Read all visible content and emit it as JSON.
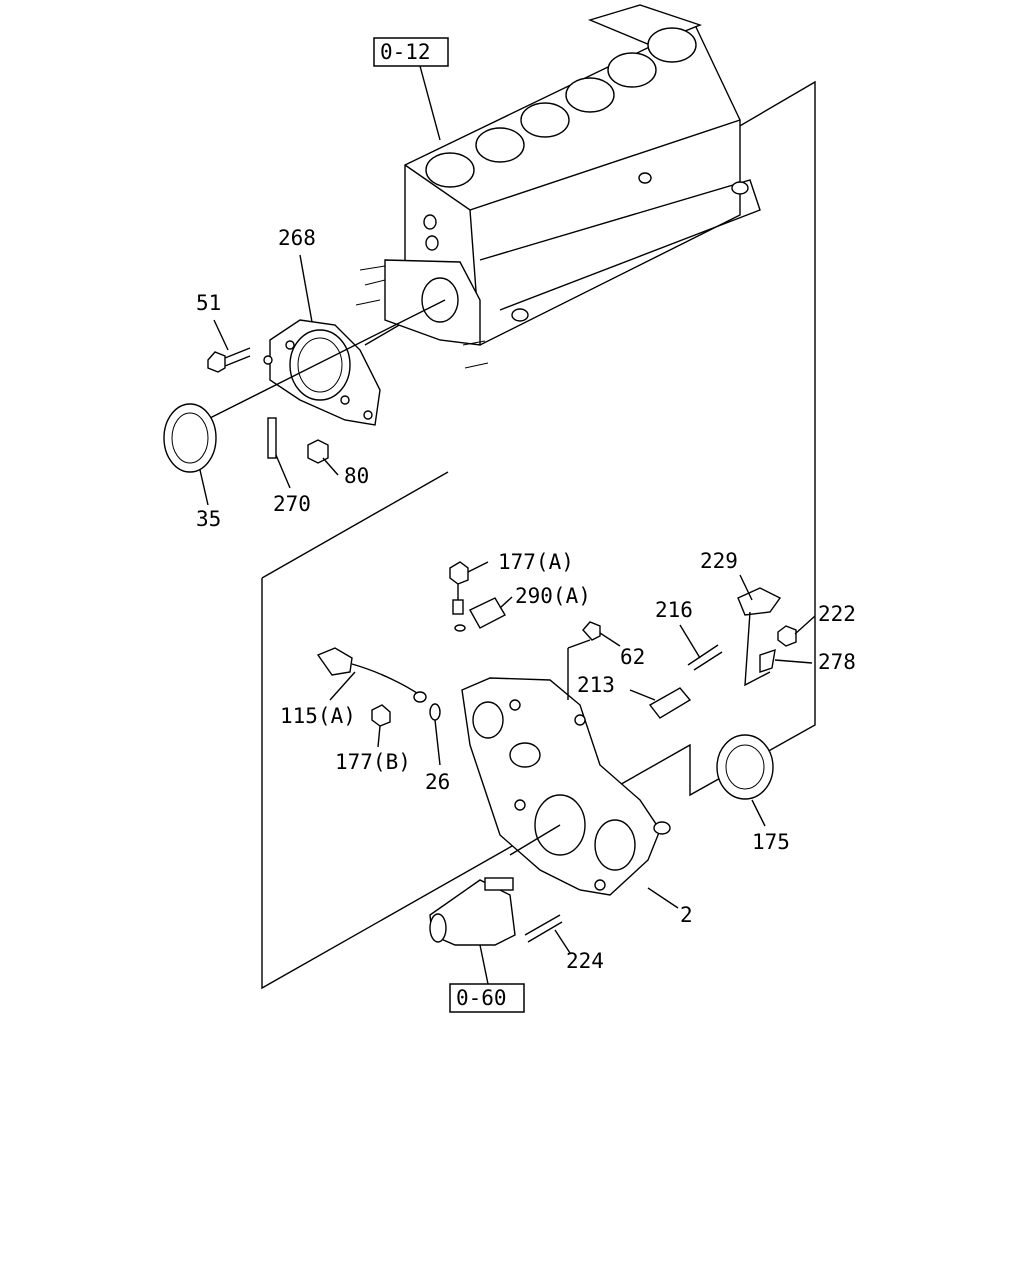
{
  "ref_boxes": {
    "top": "0-12",
    "bottom": "0-60"
  },
  "labels": {
    "l268": "268",
    "l51": "51",
    "l80": "80",
    "l35": "35",
    "l270": "270",
    "l177a": "177(A)",
    "l290a": "290(A)",
    "l229": "229",
    "l216": "216",
    "l222": "222",
    "l62": "62",
    "l278": "278",
    "l213": "213",
    "l115a": "115(A)",
    "l177b": "177(B)",
    "l26": "26",
    "l175": "175",
    "l2": "2",
    "l224": "224"
  }
}
